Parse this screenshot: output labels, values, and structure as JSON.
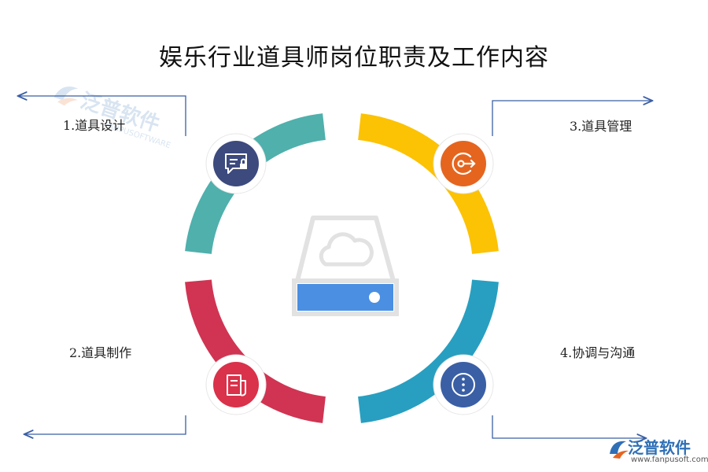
{
  "title": "娱乐行业道具师岗位职责及工作内容",
  "items": [
    {
      "label": "1.道具设计",
      "color": "#4fb0ac",
      "icon": "chat-lock-icon"
    },
    {
      "label": "2.道具制作",
      "color": "#d03452",
      "icon": "document-icon"
    },
    {
      "label": "3.道具管理",
      "color": "#fcc204",
      "icon": "login-arrow-icon"
    },
    {
      "label": "4.协调与沟通",
      "color": "#289fc0",
      "icon": "more-vertical-icon"
    }
  ],
  "icon_circle_colors": {
    "design": "#3c4a7e",
    "make": "#d9324a",
    "manage": "#e5651f",
    "coordinate": "#3a5fa5"
  },
  "center_icon": "cloud-drive-icon",
  "watermark": {
    "name": "泛普软件",
    "sub": "FANPUSOFTWARE"
  },
  "logo": {
    "name": "泛普软件",
    "url": "www.fanpusoft.com"
  }
}
